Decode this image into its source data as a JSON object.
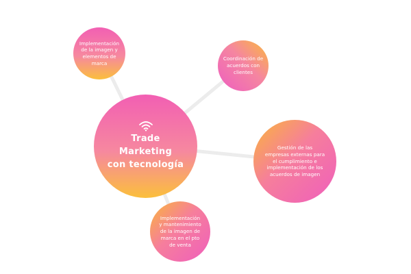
{
  "center": {
    "icon": "wifi-icon",
    "title_lines": [
      "Trade",
      "Marketing",
      "con tecnología"
    ]
  },
  "nodes": {
    "top_left": [
      "Implementación",
      "de la imagen y",
      "elementos de",
      "marca"
    ],
    "top_right": [
      "Coordinación de",
      "acuerdos con",
      "clientes"
    ],
    "right": [
      "Gestión de las",
      "empresas externas para",
      "el cumplimiento e",
      "implementación de los",
      "acuerdos de imagen"
    ],
    "bottom": [
      "Implementación",
      "y mantenimiento",
      "de la imagen de",
      "marca en el pto",
      "de venta"
    ]
  },
  "colors": {
    "pink": "#f25fb3",
    "orange": "#fbbf3c",
    "connector": "#ececec",
    "text": "#ffffff"
  }
}
